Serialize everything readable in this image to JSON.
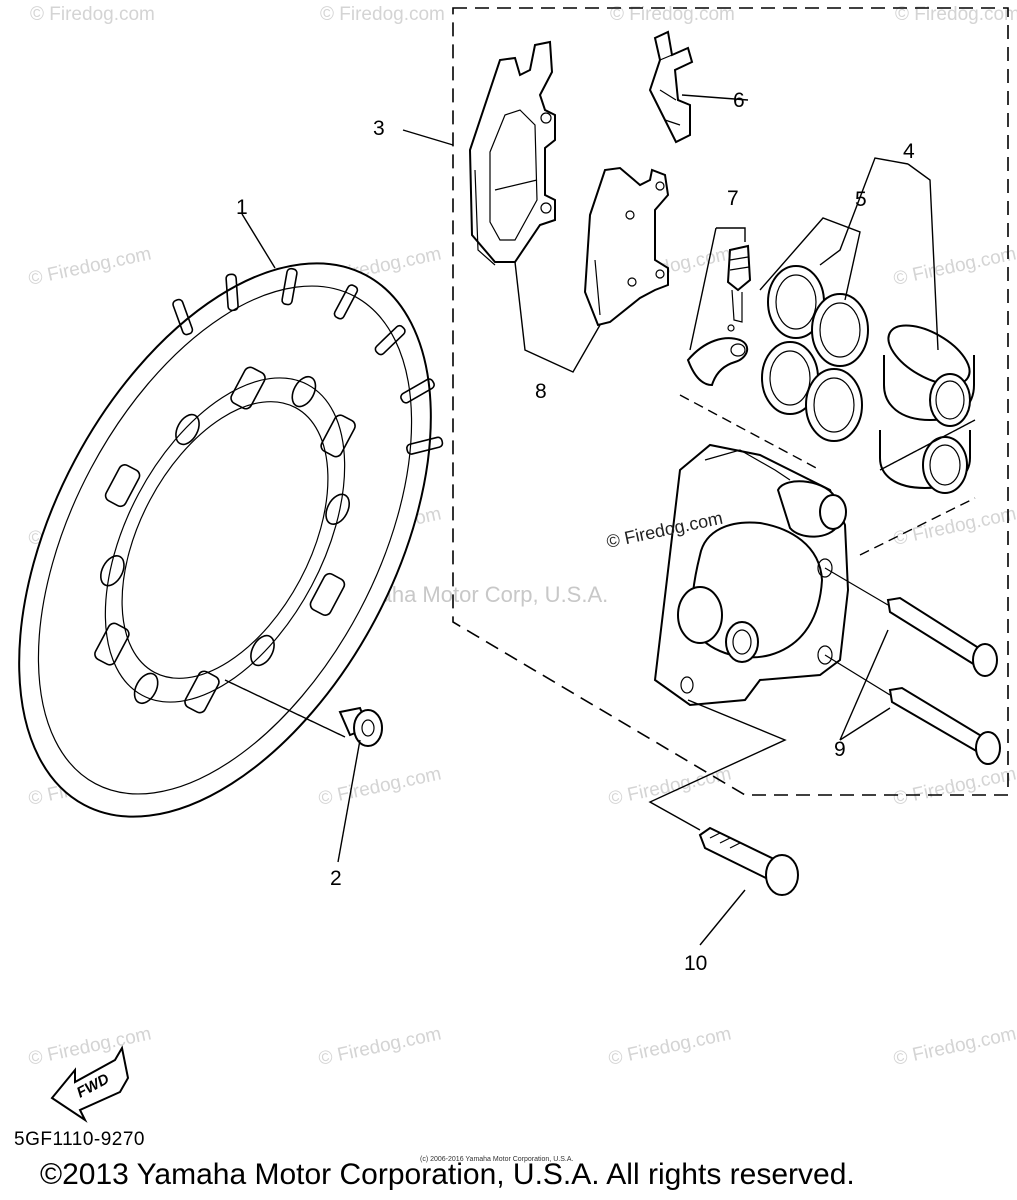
{
  "callouts": [
    "1",
    "2",
    "3",
    "4",
    "5",
    "6",
    "7",
    "8",
    "9",
    "10"
  ],
  "watermark": "© Firedog.com",
  "watermark_center": "Yamaha Motor Corp, U.S.A.",
  "watermark_caliper": "© Firedog.com",
  "fwd_label": "FWD",
  "part_code": "5GF1110-9270",
  "tiny_copyright": "(c) 2006-2016 Yamaha Motor Corporation, U.S.A.",
  "copyright": "©2013 Yamaha Motor Corporation, U.S.A. All rights reserved."
}
